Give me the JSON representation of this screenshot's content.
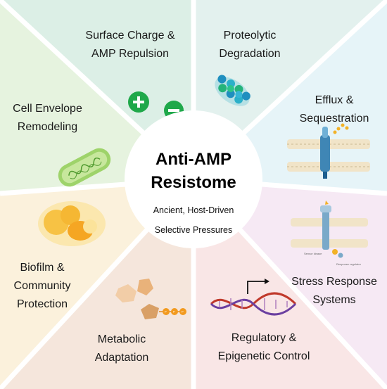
{
  "center": {
    "title_line1": "Anti-AMP",
    "title_line2": "Resistome",
    "subtitle_line1": "Ancient, Host-Driven",
    "subtitle_line2": "Selective Pressures"
  },
  "segments": [
    {
      "id": "surface-charge",
      "line1": "Surface Charge &",
      "line2": "AMP Repulsion",
      "color": "#dcefe6"
    },
    {
      "id": "proteolytic",
      "line1": "Proteolytic",
      "line2": "Degradation",
      "color": "#e3f1ee"
    },
    {
      "id": "efflux",
      "line1": "Efflux &",
      "line2": "Sequestration",
      "color": "#e6f4f8"
    },
    {
      "id": "stress-response",
      "line1": "Stress Response",
      "line2": "Systems",
      "color": "#f6e9f4"
    },
    {
      "id": "regulatory",
      "line1": "Regulatory &",
      "line2": "Epigenetic Control",
      "color": "#f9e6e6"
    },
    {
      "id": "metabolic",
      "line1": "Metabolic",
      "line2": "Adaptation",
      "color": "#f5e6dc"
    },
    {
      "id": "biofilm",
      "line1": "Biofilm &",
      "line2": "Community",
      "line3": "Protection",
      "color": "#fbf1dc"
    },
    {
      "id": "cell-envelope",
      "line1": "Cell Envelope",
      "line2": "Remodeling",
      "color": "#e6f3df"
    }
  ],
  "icons": {
    "plus": "+",
    "minus": "−",
    "stress_label1": "Sensor kinase",
    "stress_label2": "Response regulator",
    "phosphate": "P"
  },
  "colors": {
    "divider": "#ffffff",
    "accent_green": "#1fa84a",
    "dna_red": "#c0392b",
    "dna_purple": "#6b3fa0"
  }
}
